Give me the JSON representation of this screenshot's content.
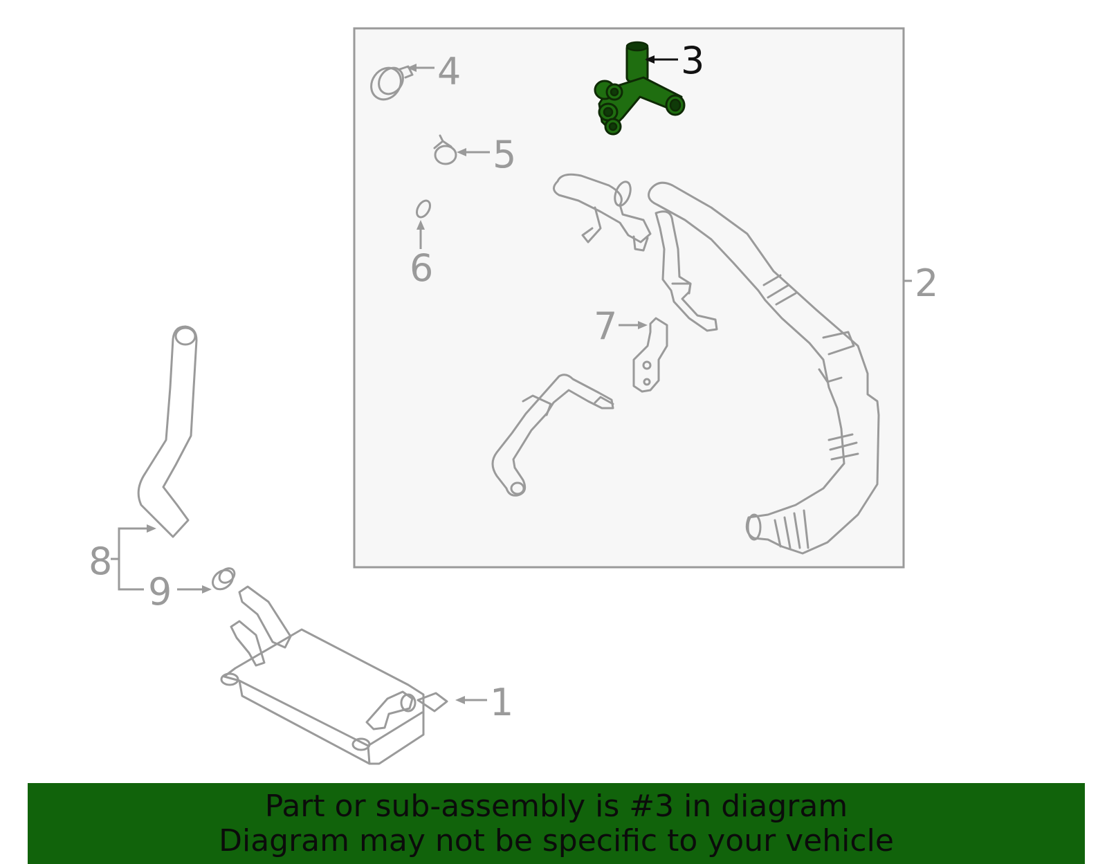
{
  "callouts": {
    "c1": "1",
    "c2": "2",
    "c3": "3",
    "c4": "4",
    "c5": "5",
    "c6": "6",
    "c7": "7",
    "c8": "8",
    "c9": "9"
  },
  "highlight": {
    "part_number": "3",
    "color": "#1f6e10"
  },
  "colors": {
    "line_gray": "#9a9a9a",
    "box_fill": "#f7f7f7",
    "banner_bg": "#11630b"
  },
  "banner": {
    "line1": "Part or sub-assembly is #3 in diagram",
    "line2": "Diagram may not be specific to your vehicle"
  }
}
